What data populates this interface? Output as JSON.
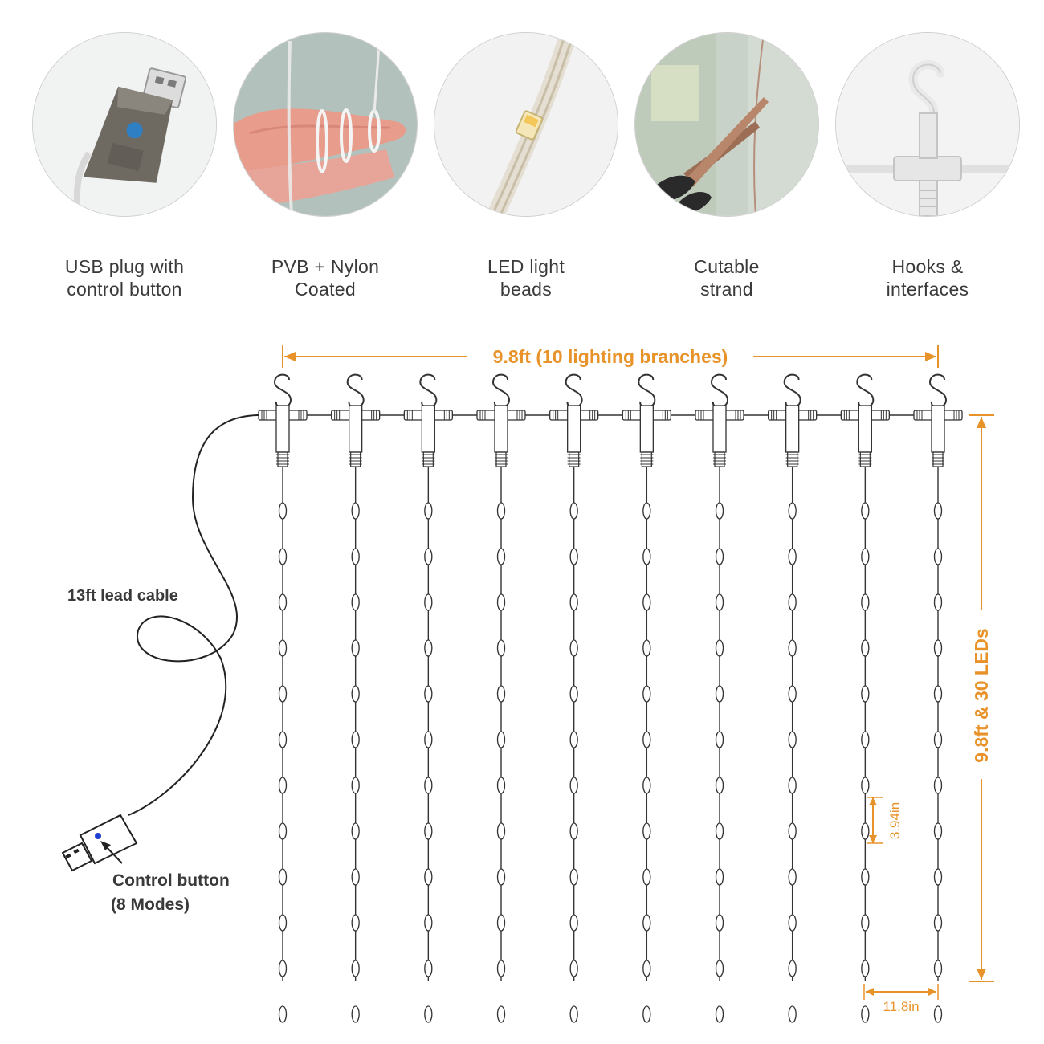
{
  "features": [
    {
      "icon": "usb-plug-icon",
      "line1": "USB plug with",
      "line2": "control button"
    },
    {
      "icon": "coated-wire-icon",
      "line1": "PVB + Nylon",
      "line2": "Coated"
    },
    {
      "icon": "led-bead-icon",
      "line1": "LED light",
      "line2": "beads"
    },
    {
      "icon": "scissors-icon",
      "line1": "Cutable",
      "line2": "strand"
    },
    {
      "icon": "hook-interface-icon",
      "line1": "Hooks &",
      "line2": "interfaces"
    }
  ],
  "diagram": {
    "width_label": "9.8ft (10 lighting branches)",
    "height_label": "9.8ft & 30 LEDs",
    "cable_label": "13ft lead cable",
    "button_label_1": "Control button",
    "button_label_2": "(8 Modes)",
    "spacing_label": "3.94in",
    "branch_gap_label": "11.8in",
    "branches": 10,
    "leds_per_branch": 30,
    "accent_color": "#e8932a",
    "button_color": "#1f3fd1"
  }
}
